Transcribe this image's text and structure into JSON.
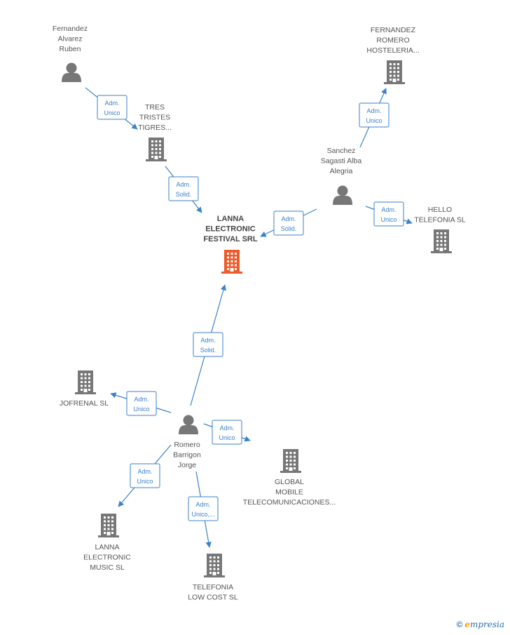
{
  "colors": {
    "accent": "#3b82c8",
    "building": "#777777",
    "main_building": "#f05a28",
    "person": "#777777"
  },
  "nodes": [
    {
      "id": "fernandez_alvarez",
      "kind": "person",
      "lines": [
        "Fernandez",
        "Alvarez",
        "Ruben"
      ]
    },
    {
      "id": "tres_tristes",
      "kind": "company",
      "lines": [
        "TRES",
        "TRISTES",
        "TIGRES..."
      ]
    },
    {
      "id": "fernandez_romero",
      "kind": "company",
      "lines": [
        "FERNANDEZ",
        "ROMERO",
        "HOSTELERIA..."
      ]
    },
    {
      "id": "sanchez",
      "kind": "person",
      "lines": [
        "Sanchez",
        "Sagasti Alba",
        "Alegria"
      ]
    },
    {
      "id": "hello",
      "kind": "company",
      "lines": [
        "HELLO",
        "TELEFONIA SL"
      ]
    },
    {
      "id": "lanna_festival",
      "kind": "main",
      "lines": [
        "LANNA",
        "ELECTRONIC",
        "FESTIVAL SRL"
      ]
    },
    {
      "id": "jofrenal",
      "kind": "company",
      "lines": [
        "JOFRENAL SL"
      ]
    },
    {
      "id": "romero",
      "kind": "person",
      "lines": [
        "Romero",
        "Barrigon",
        "Jorge"
      ]
    },
    {
      "id": "global_mobile",
      "kind": "company",
      "lines": [
        "GLOBAL",
        "MOBILE",
        "TELECOMUNICACIONES..."
      ]
    },
    {
      "id": "lanna_music",
      "kind": "company",
      "lines": [
        "LANNA",
        "ELECTRONIC",
        "MUSIC SL"
      ]
    },
    {
      "id": "telefonia_low",
      "kind": "company",
      "lines": [
        "TELEFONIA",
        "LOW COST SL"
      ]
    }
  ],
  "relations": [
    {
      "id": "r1",
      "from": "fernandez_alvarez",
      "to": "tres_tristes",
      "lines": [
        "Adm.",
        "Unico"
      ]
    },
    {
      "id": "r2",
      "from": "tres_tristes",
      "to": "lanna_festival",
      "lines": [
        "Adm.",
        "Solid."
      ]
    },
    {
      "id": "r3",
      "from": "sanchez",
      "to": "fernandez_romero",
      "lines": [
        "Adm.",
        "Unico"
      ]
    },
    {
      "id": "r4",
      "from": "sanchez",
      "to": "lanna_festival",
      "lines": [
        "Adm.",
        "Solid."
      ]
    },
    {
      "id": "r5",
      "from": "sanchez",
      "to": "hello",
      "lines": [
        "Adm.",
        "Unico"
      ]
    },
    {
      "id": "r6",
      "from": "romero",
      "to": "lanna_festival",
      "lines": [
        "Adm.",
        "Solid."
      ]
    },
    {
      "id": "r7",
      "from": "romero",
      "to": "jofrenal",
      "lines": [
        "Adm.",
        "Unico"
      ]
    },
    {
      "id": "r8",
      "from": "romero",
      "to": "global_mobile",
      "lines": [
        "Adm.",
        "Unico"
      ]
    },
    {
      "id": "r9",
      "from": "romero",
      "to": "lanna_music",
      "lines": [
        "Adm.",
        "Unico"
      ]
    },
    {
      "id": "r10",
      "from": "romero",
      "to": "telefonia_low",
      "lines": [
        "Adm.",
        "Unico,..."
      ]
    }
  ],
  "brand": {
    "copyright": "©",
    "first_letter": "e",
    "rest": "mpresia"
  }
}
